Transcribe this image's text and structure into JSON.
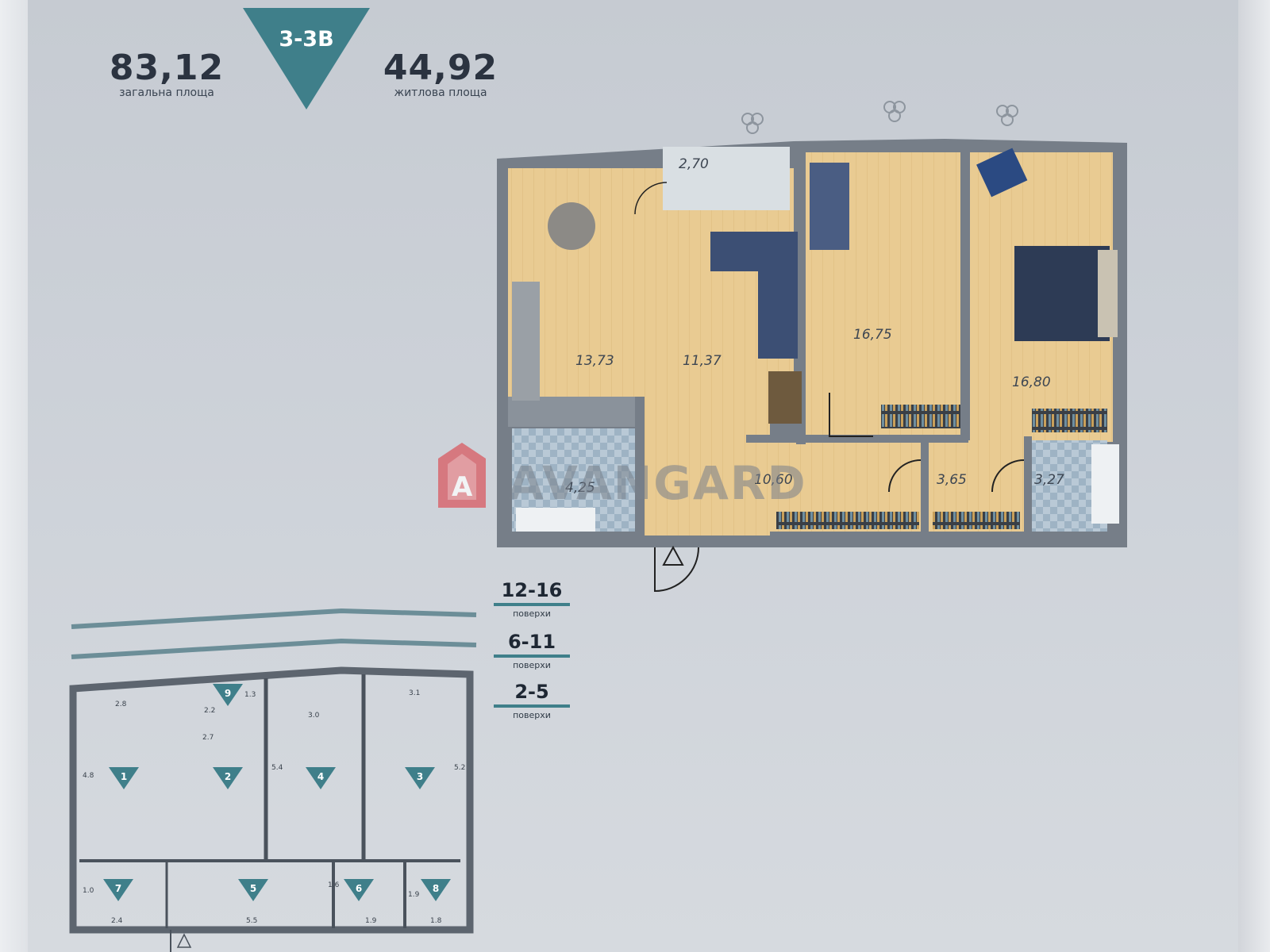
{
  "header": {
    "total_area": "83,12",
    "total_area_label": "загальна площа",
    "apartment_code": "3-3В",
    "living_area": "44,92",
    "living_area_label": "житлова площа"
  },
  "watermark": {
    "brand": "AVANGARD"
  },
  "rooms": [
    {
      "id": "balcony",
      "area": "2,70"
    },
    {
      "id": "kitchen",
      "area": "13,73"
    },
    {
      "id": "living",
      "area": "11,37"
    },
    {
      "id": "bedroom-1",
      "area": "16,75"
    },
    {
      "id": "bedroom-2",
      "area": "16,80"
    },
    {
      "id": "bathroom-1",
      "area": "4,25"
    },
    {
      "id": "hall",
      "area": "10,60"
    },
    {
      "id": "corridor",
      "area": "3,65"
    },
    {
      "id": "bathroom-2",
      "area": "3,27"
    }
  ],
  "floors": [
    {
      "range": "12-16",
      "label": "поверхи"
    },
    {
      "range": "6-11",
      "label": "поверхи"
    },
    {
      "range": "2-5",
      "label": "поверхи"
    }
  ],
  "schematic": {
    "markers": [
      "1",
      "2",
      "3",
      "4",
      "5",
      "6",
      "7",
      "8",
      "9"
    ],
    "dimensions": {
      "d_2_8": "2.8",
      "d_2_2": "2.2",
      "d_1_3": "1.3",
      "d_2_7": "2.7",
      "d_3_0": "3.0",
      "d_3_1": "3.1",
      "d_4_8": "4.8",
      "d_5_4": "5.4",
      "d_5_2": "5.2",
      "d_1_0": "1.0",
      "d_1_6": "1.6",
      "d_1_9a": "1.9",
      "d_2_4": "2.4",
      "d_5_5": "5.5",
      "d_1_9b": "1.9",
      "d_1_8": "1.8"
    }
  },
  "colors": {
    "accent": "#3f7f8a",
    "floor": "#e8c990",
    "wall": "#737b85"
  }
}
